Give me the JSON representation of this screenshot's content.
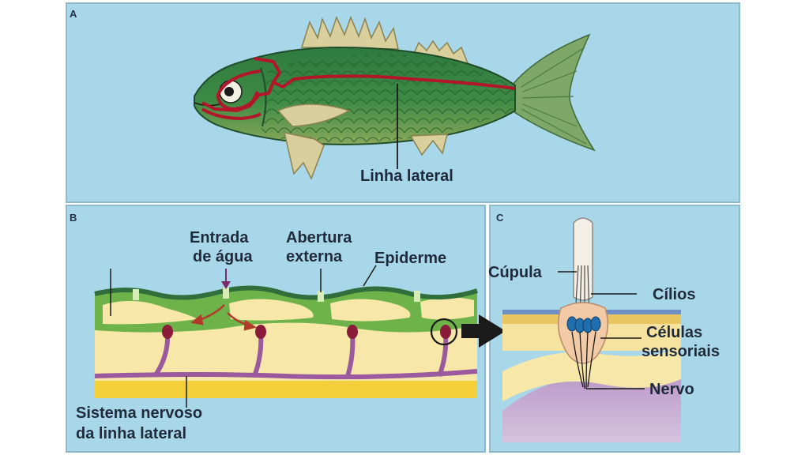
{
  "panels": {
    "a": {
      "letter": "A",
      "label_lateral_line": "Linha lateral"
    },
    "b": {
      "letter": "B",
      "label_water_entry_line1": "Entrada",
      "label_water_entry_line2": "de água",
      "label_external_opening_line1": "Abertura",
      "label_external_opening_line2": "externa",
      "label_epidermis": "Epiderme",
      "label_nervous_system_line1": "Sistema nervoso",
      "label_nervous_system_line2": "da linha lateral"
    },
    "c": {
      "letter": "C",
      "label_cupula": "Cúpula",
      "label_cilia": "Cílios",
      "label_cells_line1": "Células",
      "label_cells_line2": "sensoriais",
      "label_nerve": "Nervo"
    }
  },
  "colors": {
    "panel_bg": "#a9d7ea",
    "panel_border": "#8fb9cc",
    "fish_body": "#2f7a3f",
    "fish_belly": "#6f9a4c",
    "fin": "#d8cf9c",
    "lateral_line": "#b3162a",
    "skin_green": "#6db34a",
    "tissue_yellow": "#f7e7a8",
    "nerve_purple": "#9b5a9e",
    "arrow_red": "#b23a2a"
  }
}
